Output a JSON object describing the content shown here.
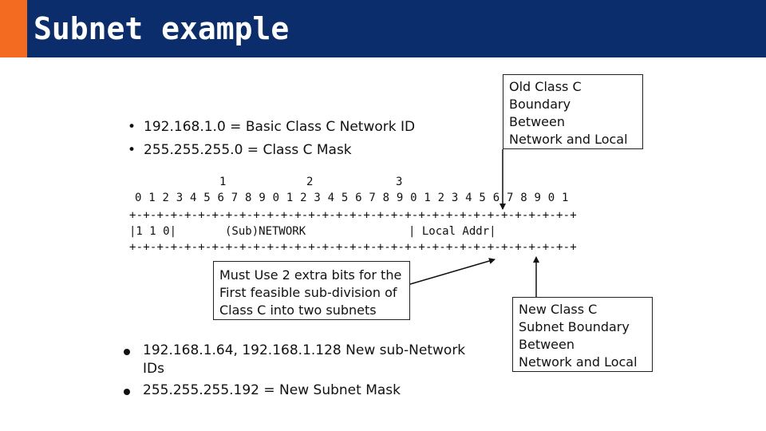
{
  "slide": {
    "title": "Subnet example",
    "top_bullets": [
      "192.168.1.0 = Basic Class C Network ID",
      "255.255.255.0 = Class C Mask"
    ],
    "old_boundary_box": [
      "Old Class C",
      "Boundary",
      "Between",
      "Network and Local"
    ],
    "bit_tens": [
      "1",
      "2",
      "3"
    ],
    "bit_units": "0 1 2 3 4 5 6 7 8 9 0 1 2 3 4 5 6 7 8 9 0 1 2 3 4 5 6 7 8 9 0 1",
    "border_line": "+-+-+-+-+-+-+-+-+-+-+-+-+-+-+-+-+-+-+-+-+-+-+-+-+-+-+-+-+-+-+-+-+",
    "field_bits": "|1 1 0|",
    "field_network": "(Sub)NETWORK",
    "field_local": "| Local Addr|",
    "must_use_box": [
      "Must Use 2 extra bits for the",
      "First feasible sub-division of",
      "Class C into two subnets"
    ],
    "new_boundary_box": [
      "New Class C",
      "Subnet Boundary",
      "Between",
      "Network and Local"
    ],
    "bottom_bullets": [
      "192.168.1.64, 192.168.1.128 New sub-Network IDs",
      "255.255.255.192 = New Subnet Mask"
    ]
  }
}
